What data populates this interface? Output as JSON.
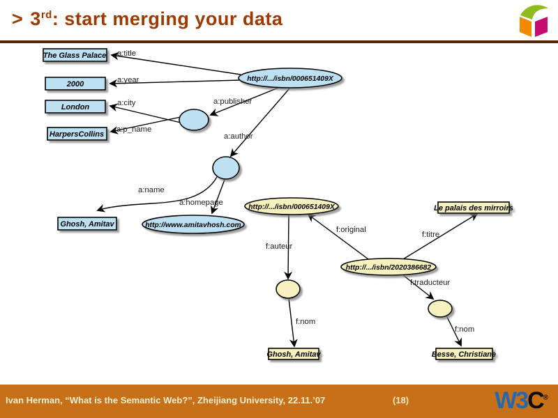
{
  "header": {
    "marker": ">",
    "number": "3",
    "ordinal": "rd",
    "rest": ": start merging your data"
  },
  "footer": {
    "credit": "Ivan Herman, “What is the Semantic Web?”, Zheijiang University, 22.11.’07",
    "page": "(18)",
    "w3c_logo": {
      "w3": "W3",
      "c": "C",
      "reg": "®"
    }
  },
  "colors": {
    "title_text": "#9E3A00",
    "header_rule": "#58250A",
    "footer_bar": "#C77017",
    "footer_text": "#F7EFD2",
    "page_number": "#F4E8BF",
    "w3c_blue": "#2668AE",
    "node_blue": "#BDE0F2",
    "node_yellow": "#F6F1BF",
    "cube_orange": "#F18A00",
    "cube_magenta": "#C40D6E",
    "cube_green": "#8FBB21"
  },
  "diagram": {
    "blue": {
      "uri": "http://.../isbn/000651409X",
      "literals": {
        "title": "The Glass Palace",
        "year": "2000",
        "city": "London",
        "p_name": "HarpersCollins",
        "name": "Ghosh, Amitav",
        "homepage": "http://www.amitavhosh.com"
      },
      "edges": {
        "title": "a:title",
        "year": "a:year",
        "city": "a:city",
        "p_name": "a:p_name",
        "publisher": "a:publisher",
        "author": "a:author",
        "name": "a:name",
        "homepage": "a:homepage"
      }
    },
    "yellow": {
      "uri_original": "http://.../isbn/000651409X",
      "uri_translation": "http://.../isbn/2020386682",
      "literals": {
        "titre": "Le palais des mirroirs",
        "auteur_nom": "Ghosh, Amitav",
        "traducteur_nom": "Besse, Christiane"
      },
      "edges": {
        "original": "f:original",
        "auteur": "f:auteur",
        "titre": "f:titre",
        "traducteur": "f:traducteur",
        "nom_auteur": "f:nom",
        "nom_traducteur": "f:nom"
      }
    }
  }
}
